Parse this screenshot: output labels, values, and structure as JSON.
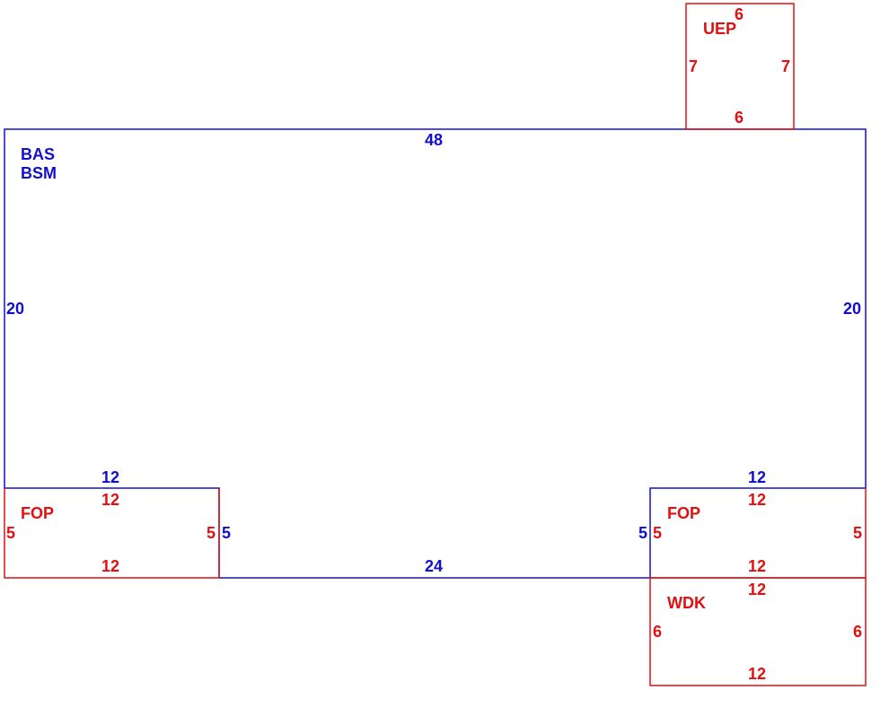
{
  "colors": {
    "main": "#1010cc",
    "addition": "#e01010"
  },
  "main_area": {
    "labels": [
      "BAS",
      "BSM"
    ],
    "top": "48",
    "left": "20",
    "right": "20",
    "bottom_center": "24",
    "notch_left_width": "12",
    "notch_left_height": "5",
    "notch_right_width": "12",
    "notch_right_height": "5"
  },
  "uep": {
    "label": "UEP",
    "top": "6",
    "bottom": "6",
    "left": "7",
    "right": "7"
  },
  "fop_left": {
    "label": "FOP",
    "top": "12",
    "bottom": "12",
    "left": "5",
    "right": "5"
  },
  "fop_right": {
    "label": "FOP",
    "top": "12",
    "bottom": "12",
    "left": "5",
    "right": "5"
  },
  "wdk": {
    "label": "WDK",
    "top": "12",
    "bottom": "12",
    "left": "6",
    "right": "6"
  }
}
